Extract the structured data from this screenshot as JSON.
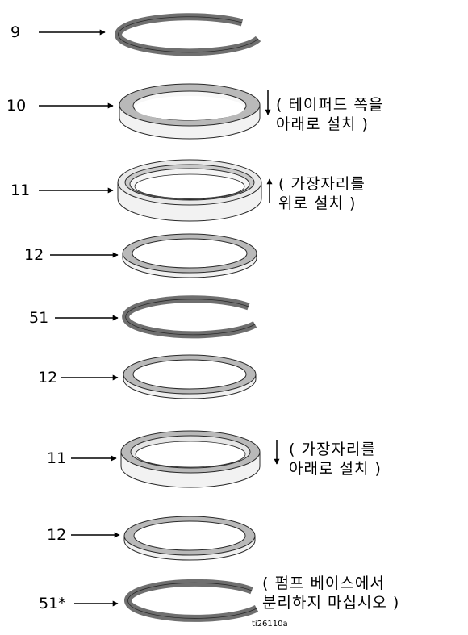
{
  "diagram": {
    "figure_id": "ti26110a",
    "parts": [
      {
        "number": "9",
        "kind": "snap-ring"
      },
      {
        "number": "10",
        "kind": "tapered-ring",
        "note_line1": "( 테이퍼드 쪽을",
        "note_line2": "아래로 설치 )",
        "arrow": "down"
      },
      {
        "number": "11",
        "kind": "packing",
        "note_line1": "( 가장자리를",
        "note_line2": "위로 설치 )",
        "arrow": "up"
      },
      {
        "number": "12",
        "kind": "flat-ring"
      },
      {
        "number": "51",
        "kind": "snap-ring"
      },
      {
        "number": "12",
        "kind": "flat-ring"
      },
      {
        "number": "11",
        "kind": "packing-flipped",
        "note_line1": "( 가장자리를",
        "note_line2": "아래로 설치 )",
        "arrow": "down"
      },
      {
        "number": "12",
        "kind": "flat-ring"
      },
      {
        "number": "51*",
        "kind": "snap-ring",
        "note_line1": "( 펌프 베이스에서",
        "note_line2": "분리하지 마십시오 )"
      }
    ]
  },
  "colors": {
    "ring_edge": "#6f6f6f",
    "ring_top": "#b9b9b9",
    "ring_side": "#f2f2f2",
    "outline": "#2a2a2a"
  }
}
